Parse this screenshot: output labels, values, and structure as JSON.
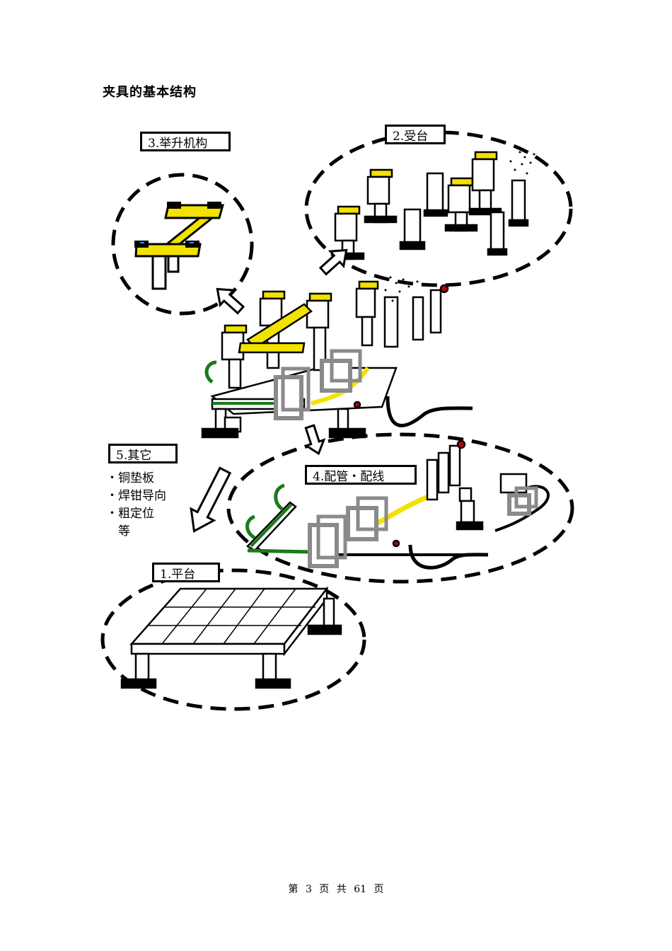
{
  "heading": "夹具的基本结构",
  "labels": {
    "lift": "3.举升机构",
    "stand": "2.受台",
    "other": "5.其它",
    "piping": "4.配管・配线",
    "platform": "1.平台"
  },
  "other_items": [
    "・铜垫板",
    "・焊钳导向",
    "・粗定位",
    "　等"
  ],
  "footer": "第 3 页 共 61 页",
  "colors": {
    "yellow": "#f2e200",
    "green": "#1a7a1a",
    "gray": "#8a8a8a",
    "red": "#c00000",
    "blue": "#2aa0d8"
  }
}
